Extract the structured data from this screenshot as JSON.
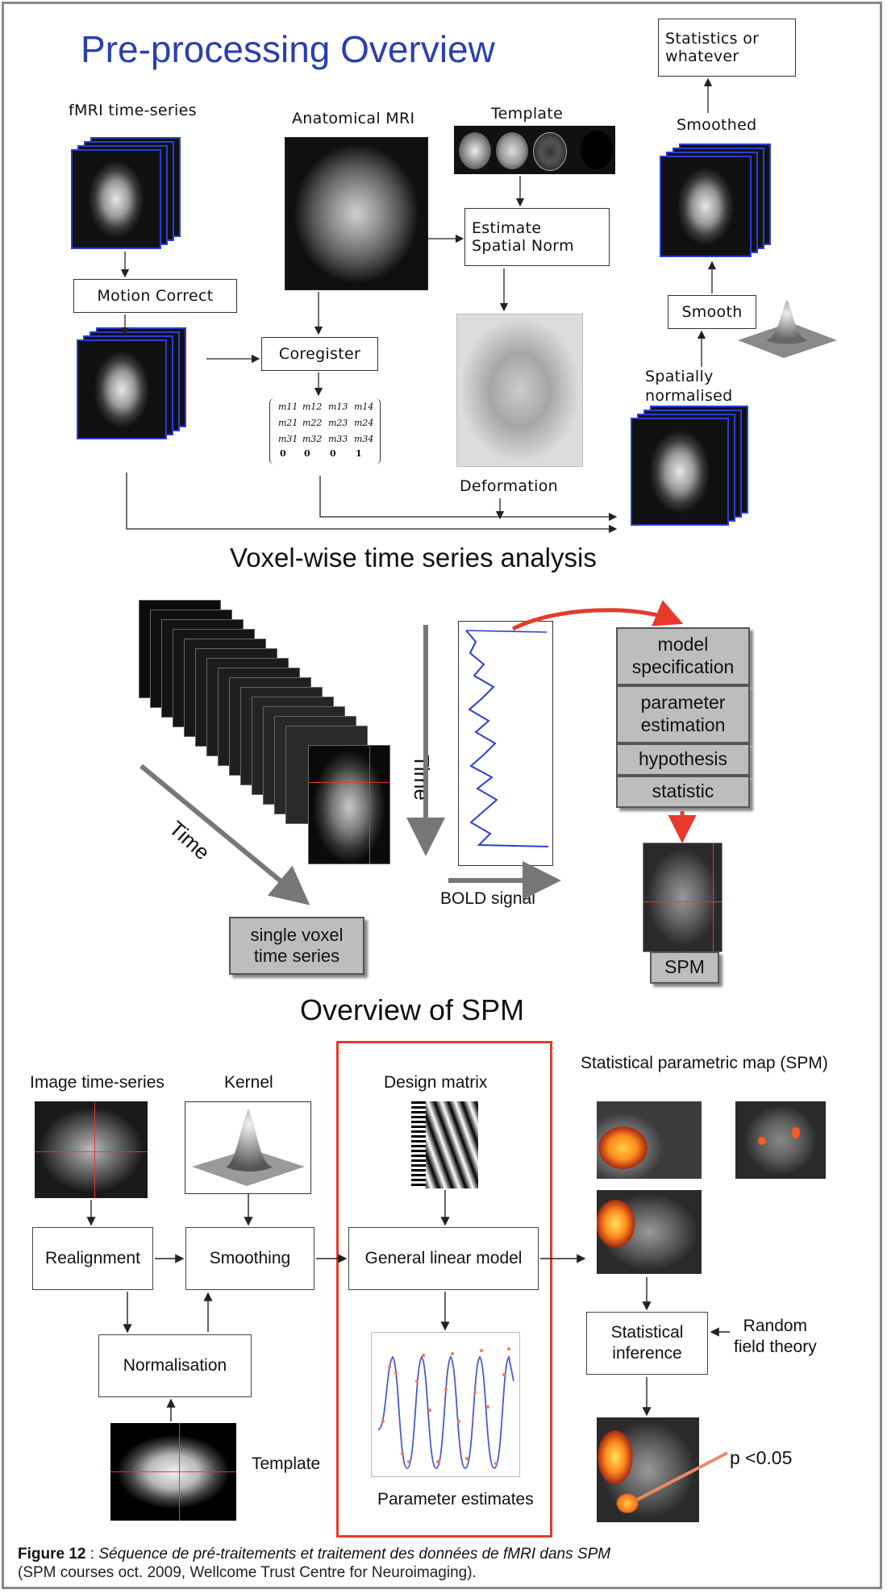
{
  "section1": {
    "title": "Pre-processing Overview",
    "labels": {
      "fmri_time_series": "fMRI time-series",
      "anatomical_mri": "Anatomical MRI",
      "template": "Template",
      "statistics": "Statistics or\nwhatever",
      "smoothed": "Smoothed",
      "spatially_normalised": "Spatially\nnormalised",
      "deformation": "Deformation"
    },
    "boxes": {
      "motion_correct": "Motion Correct",
      "estimate_spatial_norm": "Estimate\nSpatial Norm",
      "coregister": "Coregister",
      "smooth": "Smooth"
    },
    "matrix": [
      [
        "m11",
        "m12",
        "m13",
        "m14"
      ],
      [
        "m21",
        "m22",
        "m23",
        "m24"
      ],
      [
        "m31",
        "m32",
        "m33",
        "m34"
      ],
      [
        "0",
        "0",
        "0",
        "1"
      ]
    ]
  },
  "section2": {
    "title": "Voxel-wise time series analysis",
    "time_label_diagonal": "Time",
    "time_label_vertical": "Time",
    "bold_signal": "BOLD signal",
    "single_voxel": "single voxel\ntime series",
    "steps": [
      "model\nspecification",
      "parameter\nestimation",
      "hypothesis",
      "statistic"
    ],
    "spm": "SPM"
  },
  "section3": {
    "title": "Overview of SPM",
    "image_time_series": "Image time-series",
    "kernel": "Kernel",
    "design_matrix": "Design matrix",
    "statistical_parametric_map": "Statistical parametric map (SPM)",
    "realignment": "Realignment",
    "smoothing": "Smoothing",
    "general_linear_model": "General linear model",
    "normalisation": "Normalisation",
    "template": "Template",
    "parameter_estimates": "Parameter estimates",
    "statistical_inference": "Statistical\ninference",
    "random_field_theory": "Random\nfield theory",
    "p_value": "p <0.05"
  },
  "caption": {
    "figure": "Figure 12",
    "separator": " : ",
    "description": "Séquence de pré-traitements et traitement des données de fMRI dans SPM",
    "source": "(SPM courses oct. 2009, Wellcome Trust Centre for Neuroimaging)."
  },
  "colors": {
    "title_blue": "#2a3fb0",
    "red_frame": "#e8392b",
    "stack_border": "#2a3fd4"
  }
}
